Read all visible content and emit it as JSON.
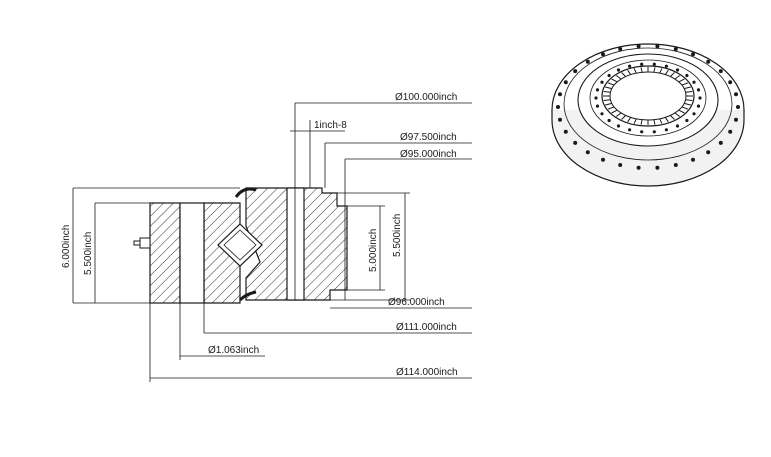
{
  "dimensions": {
    "d100": "Ø100.000inch",
    "thread": "1inch-8",
    "d97_5": "Ø97.500inch",
    "d95": "Ø95.000inch",
    "h6": "6.000inch",
    "h5_5_left": "5.500inch",
    "h5_inner": "5.000inch",
    "h5_5_right": "5.500inch",
    "d96": "Ø96.000inch",
    "d111": "Ø111.000inch",
    "d1_063": "Ø1.063inch",
    "d114": "Ø114.000inch"
  },
  "colors": {
    "line": "#1a1a1a",
    "background": "#ffffff"
  }
}
